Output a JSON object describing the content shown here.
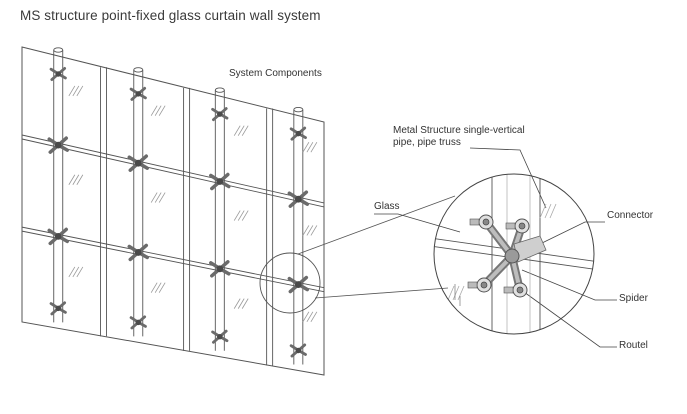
{
  "title": "MS structure point-fixed glass curtain wall system",
  "labels": {
    "system_components": "System Components",
    "metal_structure_line1": "Metal Structure single-vertical",
    "metal_structure_line2": "pipe, pipe truss",
    "glass": "Glass",
    "connector": "Connector",
    "spider": "Spider",
    "routel": "Routel"
  },
  "colors": {
    "line": "#555555",
    "fitting": "#6b6b6b",
    "background": "#ffffff"
  }
}
